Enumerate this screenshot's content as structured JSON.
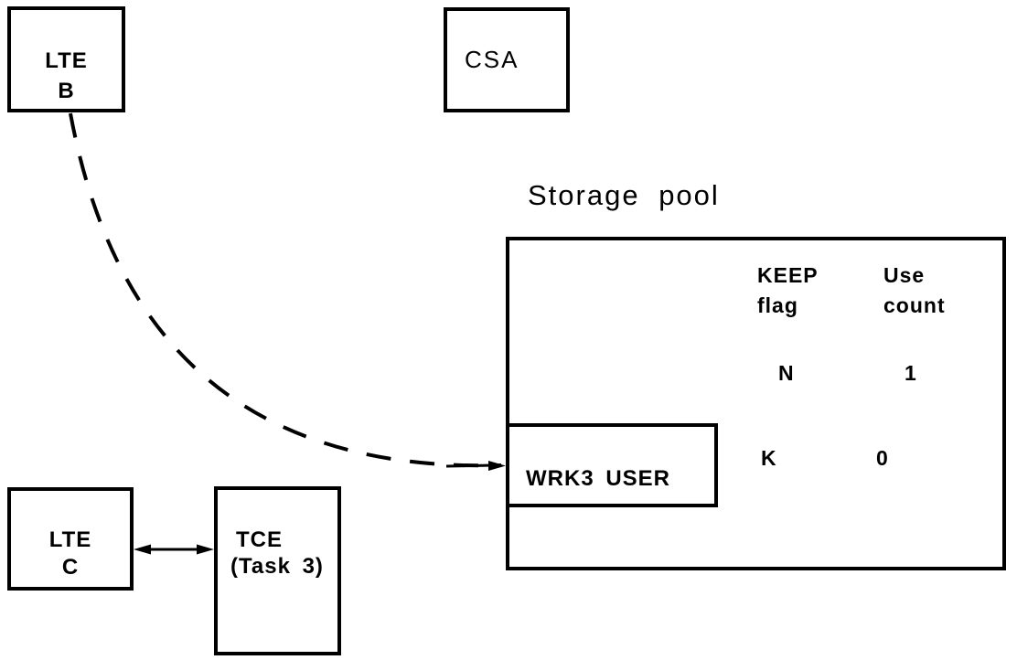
{
  "diagram": {
    "storage_pool_title": "Storage pool",
    "lte_b": {
      "line1": "LTE",
      "line2": "B"
    },
    "csa": {
      "label": "CSA"
    },
    "lte_c": {
      "line1": "LTE",
      "line2": "C"
    },
    "tce": {
      "line1": "TCE",
      "line2": "(Task 3)"
    },
    "wrk3": {
      "label": "WRK3 USER"
    },
    "table": {
      "headers": {
        "col1_line1": "KEEP",
        "col1_line2": "flag",
        "col2_line1": "Use",
        "col2_line2": "count"
      },
      "rows": [
        {
          "keep_flag": "N",
          "use_count": "1"
        },
        {
          "keep_flag": "K",
          "use_count": "0"
        }
      ]
    },
    "connectors": {
      "dashed_curve": "LTE B to WRK3 USER",
      "double_arrow": "LTE C to TCE"
    },
    "colors": {
      "line": "#000000",
      "background": "#ffffff"
    }
  }
}
